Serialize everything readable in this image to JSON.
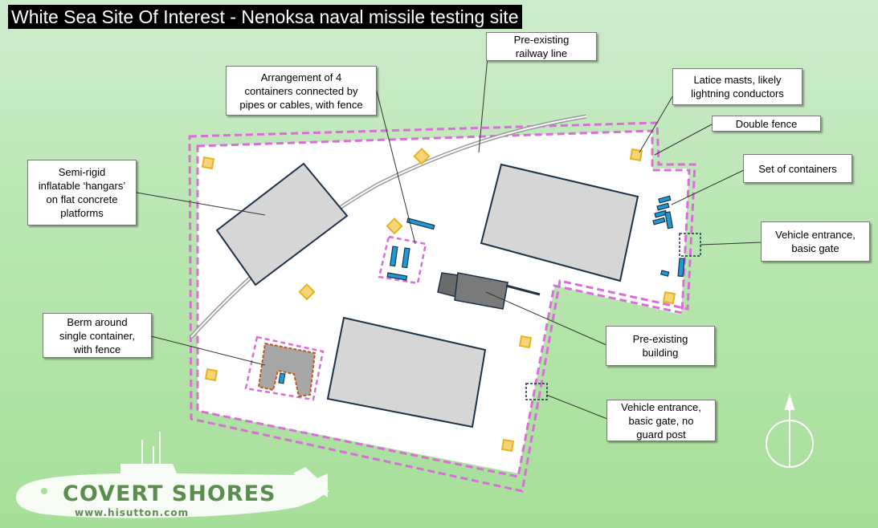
{
  "title": "White Sea Site Of Interest - Nenoksa naval missile testing site",
  "labels": {
    "railway": "Pre-existing\nrailway line",
    "containers_arrangement": "Arrangement of 4\ncontainers connected by\npipes or cables, with fence",
    "masts": "Latice masts, likely\nlightning conductors",
    "double_fence": "Double fence",
    "set_containers": "Set of containers",
    "hangars": "Semi-rigid\ninflatable ‘hangars’\non flat concrete\nplatforms",
    "vehicle_gate": "Vehicle entrance,\nbasic gate",
    "berm": "Berm around\nsingle container,\nwith fence",
    "building": "Pre-existing\nbuilding",
    "vehicle_gate_no_guard": "Vehicle entrance,\nbasic gate, no\nguard post"
  },
  "brand": {
    "name": "COVERT SHORES",
    "url": "www.hisutton.com"
  },
  "colors": {
    "fence": "#d86fd6",
    "hangar_fill": "#d6d6d6",
    "hangar_stroke": "#1e3247",
    "container": "#1c9bd6",
    "mast": "#f3c93c",
    "building": "#6b6b6b",
    "berm": "#a7a7a7",
    "berm_outline": "#c0571e"
  },
  "icons": {
    "north": "north-arrow-icon",
    "logo": "submarine-logo-icon"
  }
}
